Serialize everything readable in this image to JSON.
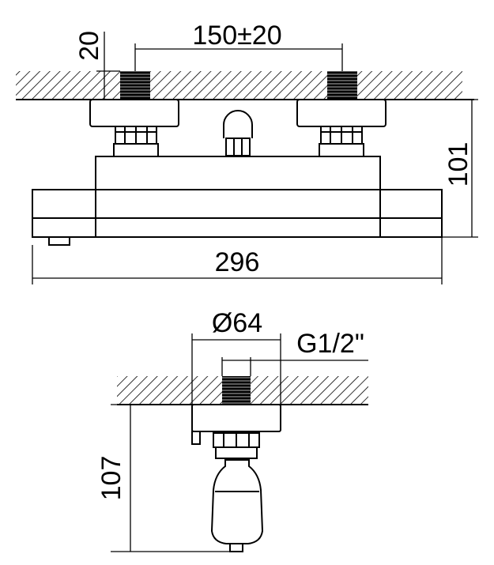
{
  "drawing": {
    "top_view": {
      "dim_pitch": "150±20",
      "dim_thread_depth": "20",
      "dim_height": "101",
      "dim_width": "296"
    },
    "side_view": {
      "dim_diameter": "Ø64",
      "dim_thread": "G1/2\"",
      "dim_depth": "107"
    }
  },
  "colors": {
    "line": "#000000",
    "background": "#ffffff"
  }
}
